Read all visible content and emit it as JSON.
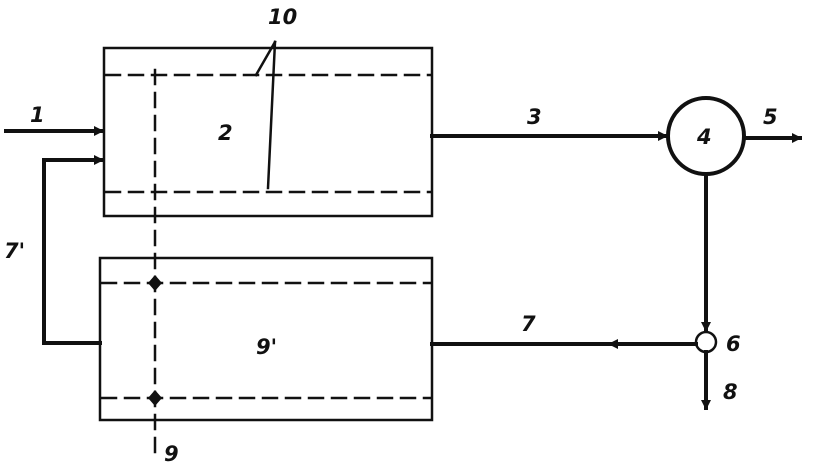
{
  "diagram": {
    "labels": {
      "feed_in": "1",
      "upper_unit": "2",
      "stream_to_separator": "3",
      "separator": "4",
      "product_out": "5",
      "splitter": "6",
      "return_stream": "7",
      "recycle_stream": "7'",
      "purge_out": "8",
      "dashed_column": "9",
      "lower_unit": "9'",
      "dashed_layers": "10"
    }
  }
}
